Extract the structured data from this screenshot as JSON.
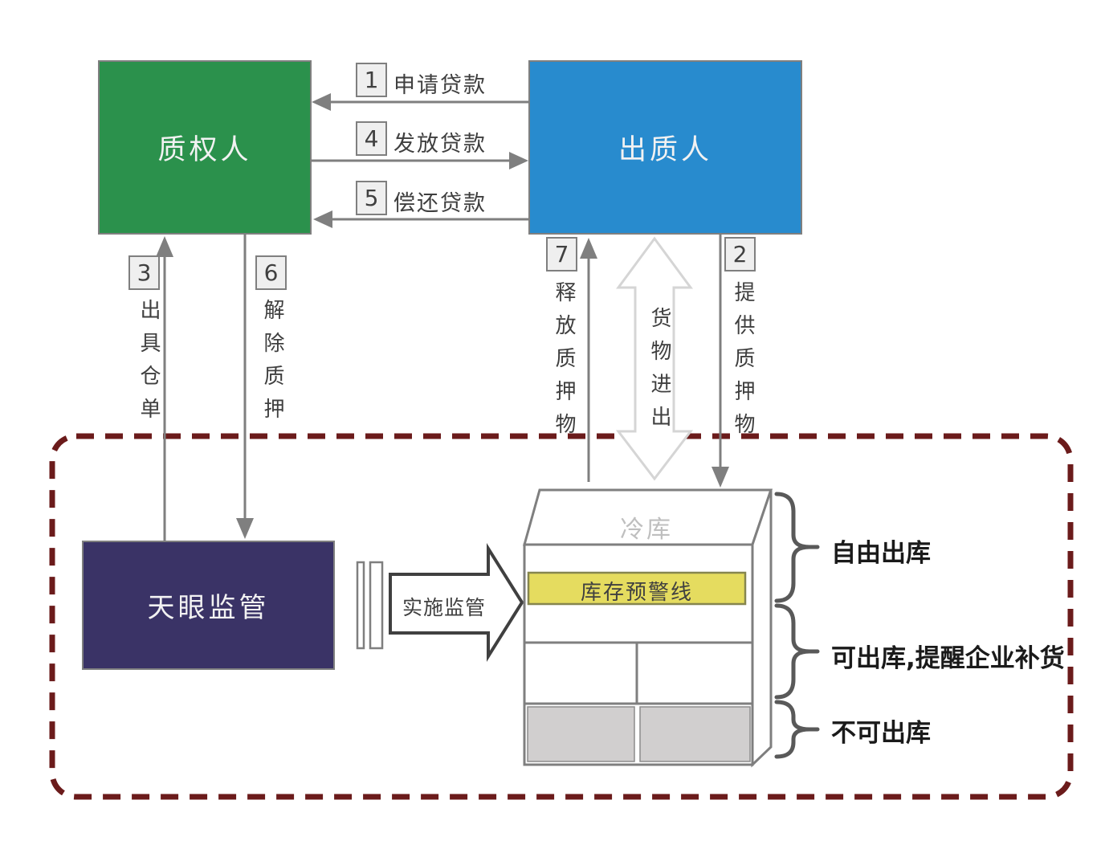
{
  "nodes": {
    "pledgee": "质权人",
    "pledgor": "出质人",
    "supervision": "天眼监管",
    "cold_storage": "冷库",
    "warning_line": "库存预警线"
  },
  "flows": {
    "apply_loan": {
      "num": "1",
      "label": "申请贷款"
    },
    "issue_loan": {
      "num": "4",
      "label": "发放贷款"
    },
    "repay_loan": {
      "num": "5",
      "label": "偿还贷款"
    },
    "issue_receipt": {
      "num": "3",
      "label": "出具仓单"
    },
    "release_pledge": {
      "num": "6",
      "label": "解除质押"
    },
    "release_goods": {
      "num": "7",
      "label": "释放质押物"
    },
    "provide_goods": {
      "num": "2",
      "label": "提供质押物"
    },
    "goods_in_out": {
      "label": "货物进出"
    },
    "implement_supervision": {
      "label": "实施监管"
    }
  },
  "zones": {
    "free_outbound": "自由出库",
    "warn_outbound": "可出库,提醒企业补货",
    "no_outbound": "不可出库"
  },
  "colors": {
    "pledgee_green": "#2B914C",
    "pledgor_blue": "#288BCE",
    "supervision_purple": "#3A3366",
    "warning_band_yellow": "#E5DC5F",
    "boundary_maroon": "#6B1B1B",
    "arrow_gray": "#7F7F7F",
    "blocked_cell_gray": "#D1CFCF",
    "goods_arrow_outline": "#D5D5D5"
  }
}
